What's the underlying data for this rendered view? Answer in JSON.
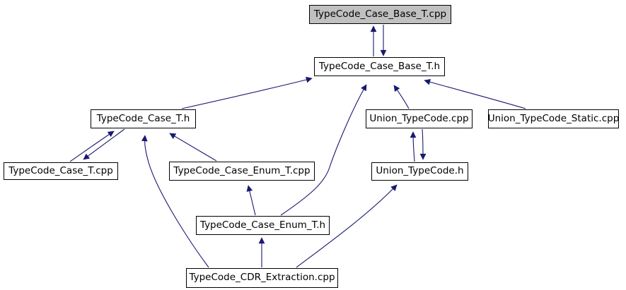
{
  "graph": {
    "type": "include-dependency-graph",
    "background": "#ffffff",
    "edge_color": "#191970",
    "node_border_color": "#000000",
    "node_fill": "#ffffff",
    "highlight_fill": "#c0c0c0",
    "text_color": "#000000",
    "nodes": [
      {
        "id": "base-cpp",
        "label": "TypeCode_Case_Base_T.cpp",
        "highlighted": true
      },
      {
        "id": "base-h",
        "label": "TypeCode_Case_Base_T.h",
        "highlighted": false
      },
      {
        "id": "case-t-h",
        "label": "TypeCode_Case_T.h",
        "highlighted": false
      },
      {
        "id": "union-cpp",
        "label": "Union_TypeCode.cpp",
        "highlighted": false
      },
      {
        "id": "static-cpp",
        "label": "Union_TypeCode_Static.cpp",
        "highlighted": false
      },
      {
        "id": "case-t-cpp",
        "label": "TypeCode_Case_T.cpp",
        "highlighted": false
      },
      {
        "id": "enum-cpp",
        "label": "TypeCode_Case_Enum_T.cpp",
        "highlighted": false
      },
      {
        "id": "union-h",
        "label": "Union_TypeCode.h",
        "highlighted": false
      },
      {
        "id": "enum-h",
        "label": "TypeCode_Case_Enum_T.h",
        "highlighted": false
      },
      {
        "id": "cdr-cpp",
        "label": "TypeCode_CDR_Extraction.cpp",
        "highlighted": false
      }
    ],
    "edges": [
      {
        "from": "base-h",
        "to": "base-cpp"
      },
      {
        "from": "base-cpp",
        "to": "base-h"
      },
      {
        "from": "case-t-h",
        "to": "base-h"
      },
      {
        "from": "enum-h",
        "to": "base-h"
      },
      {
        "from": "union-cpp",
        "to": "base-h"
      },
      {
        "from": "static-cpp",
        "to": "base-h"
      },
      {
        "from": "case-t-cpp",
        "to": "case-t-h"
      },
      {
        "from": "case-t-h",
        "to": "case-t-cpp"
      },
      {
        "from": "enum-cpp",
        "to": "case-t-h"
      },
      {
        "from": "cdr-cpp",
        "to": "case-t-h"
      },
      {
        "from": "enum-h",
        "to": "enum-cpp"
      },
      {
        "from": "union-h",
        "to": "union-cpp"
      },
      {
        "from": "union-cpp",
        "to": "union-h"
      },
      {
        "from": "cdr-cpp",
        "to": "enum-h"
      },
      {
        "from": "cdr-cpp",
        "to": "union-h"
      }
    ]
  }
}
